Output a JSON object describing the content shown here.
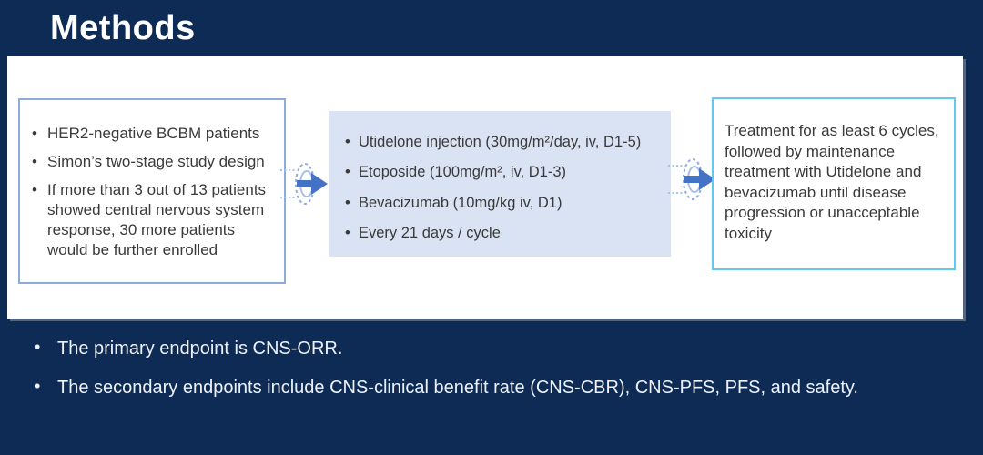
{
  "slide": {
    "title": "Methods"
  },
  "colors": {
    "background": "#0d2b55",
    "panel": "#ffffff",
    "left_box_border": "#8faadc",
    "middle_box_fill": "#dae3f3",
    "right_box_border": "#5fc9ef",
    "flow_arrow": "#4472c4",
    "box_text": "#3a3a3a",
    "endpoint_text": "#eef2f8"
  },
  "icons": {
    "flow_arrow": "curved-right-arrow-icon"
  },
  "flow": {
    "left_box": {
      "bullets": [
        "HER2-negative BCBM patients",
        "Simon’s two-stage study design",
        "If more than 3 out of 13 patients showed central nervous system response, 30 more patients would be further enrolled"
      ]
    },
    "middle_box": {
      "bullets": [
        "Utidelone injection (30mg/m²/day, iv, D1-5)",
        "Etoposide (100mg/m², iv, D1-3)",
        "Bevacizumab (10mg/kg iv, D1)",
        "Every 21 days / cycle"
      ]
    },
    "right_box": {
      "text": "Treatment for as least 6 cycles, followed by maintenance treatment with Utidelone and bevacizumab until disease progression or unacceptable toxicity"
    }
  },
  "endpoints": {
    "bullets": [
      "The primary endpoint is CNS-ORR.",
      "The secondary endpoints include CNS-clinical benefit rate (CNS-CBR), CNS-PFS, PFS, and safety."
    ]
  }
}
